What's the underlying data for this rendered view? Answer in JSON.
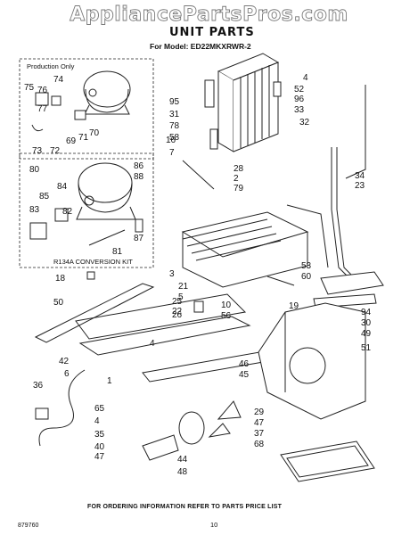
{
  "watermark": "AppliancePartsPros.com",
  "title": "UNIT PARTS",
  "model_line": "For Model: ED22MKXRWR-2",
  "production_only_label": "Production Only",
  "conversion_kit_label": "R134A CONVERSION KIT",
  "footer_text": "FOR ORDERING INFORMATION REFER TO PARTS PRICE LIST",
  "page_number": "10",
  "doc_number": "879760",
  "part_numbers": [
    "74",
    "75",
    "76",
    "77",
    "73",
    "72",
    "69",
    "71",
    "70",
    "80",
    "84",
    "85",
    "83",
    "82",
    "86",
    "88",
    "87",
    "81",
    "4",
    "52",
    "96",
    "33",
    "95",
    "31",
    "32",
    "78",
    "58",
    "16",
    "7",
    "28",
    "2",
    "79",
    "34",
    "23",
    "3",
    "21",
    "5",
    "25",
    "22",
    "26",
    "53",
    "60",
    "18",
    "50",
    "10",
    "56",
    "19",
    "4",
    "94",
    "30",
    "49",
    "51",
    "42",
    "6",
    "46",
    "45",
    "1",
    "36",
    "65",
    "4",
    "35",
    "29",
    "47",
    "37",
    "68",
    "40",
    "47",
    "44",
    "48"
  ]
}
